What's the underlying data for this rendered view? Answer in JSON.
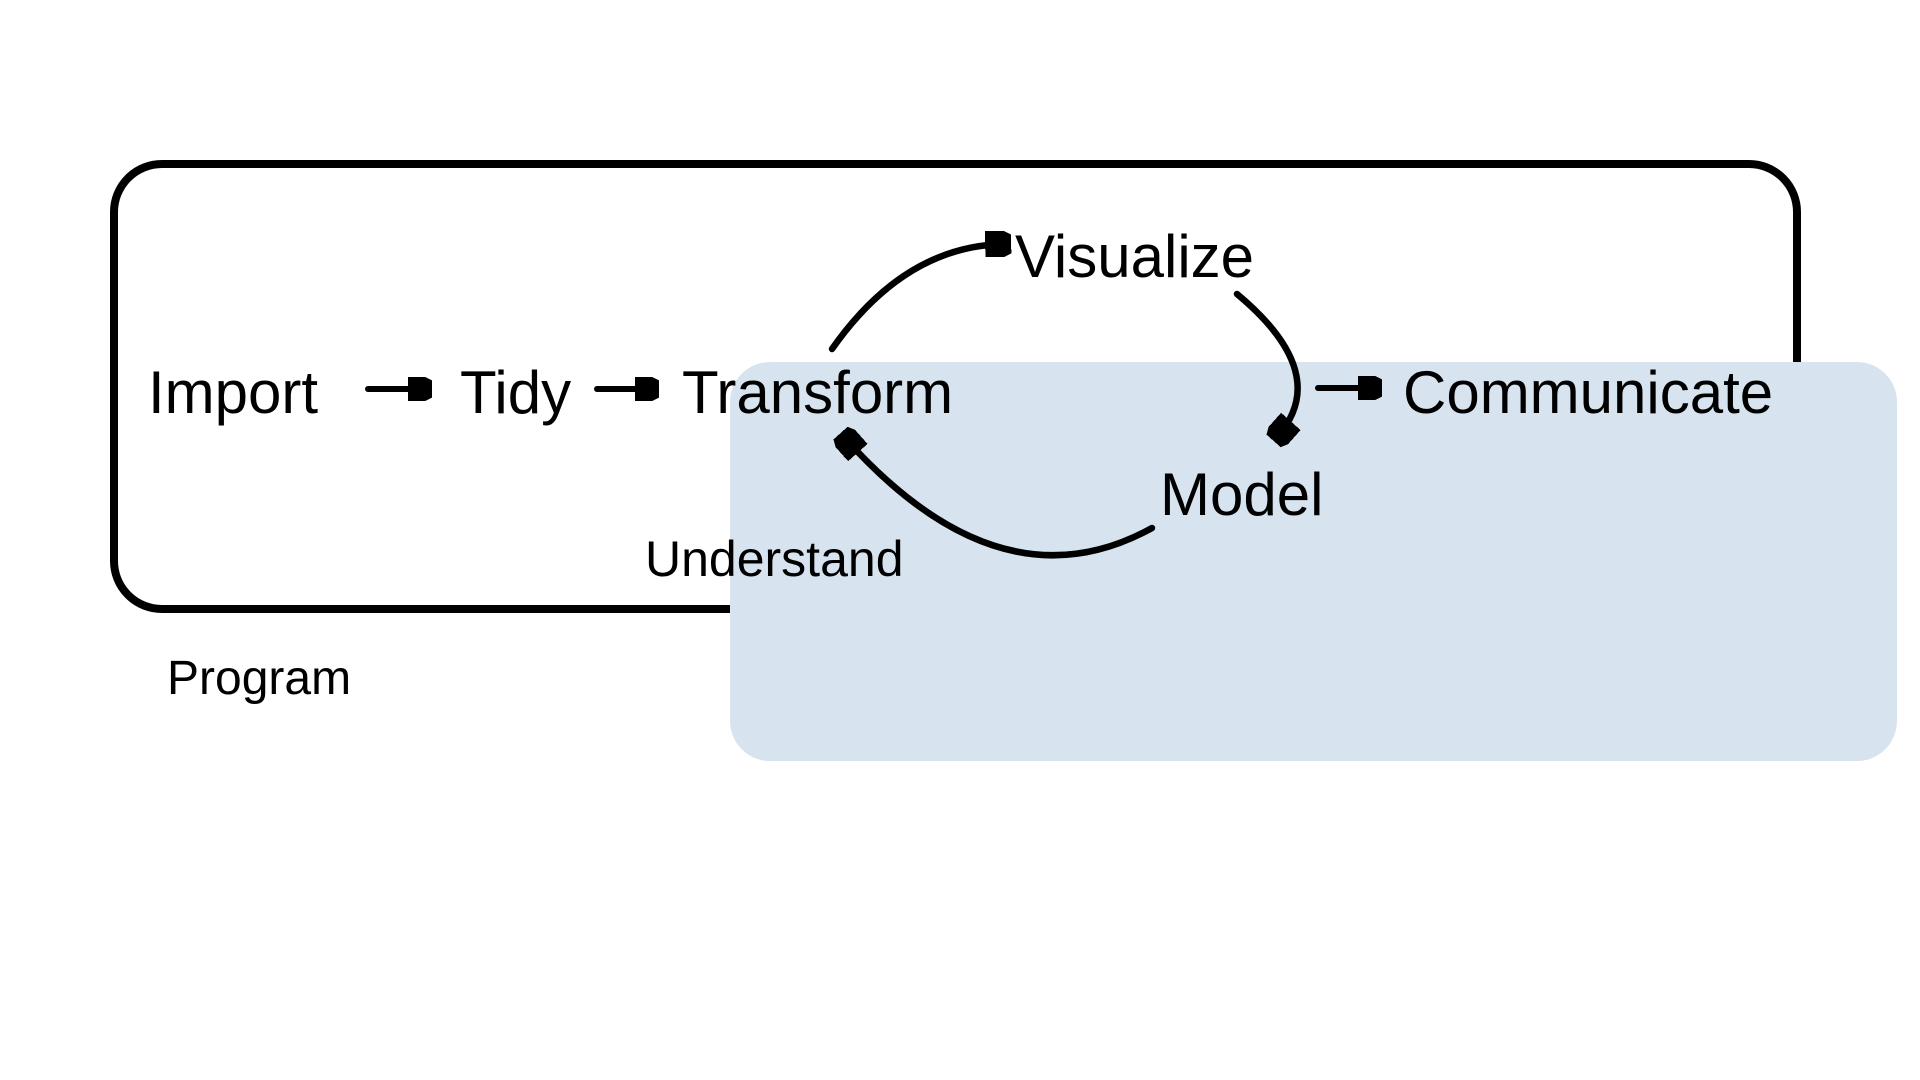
{
  "diagram": {
    "nodes": {
      "import": "Import",
      "tidy": "Tidy",
      "transform": "Transform",
      "visualize": "Visualize",
      "model": "Model",
      "communicate": "Communicate"
    },
    "understand_label": "Understand",
    "program_label": "Program",
    "edges": [
      {
        "from": "Import",
        "to": "Tidy",
        "style": "straight"
      },
      {
        "from": "Tidy",
        "to": "Transform",
        "style": "straight"
      },
      {
        "from": "Transform",
        "to": "Visualize",
        "style": "curved"
      },
      {
        "from": "Visualize",
        "to": "Model",
        "style": "curved"
      },
      {
        "from": "Model",
        "to": "Transform",
        "style": "curved"
      },
      {
        "from": "Model",
        "to": "Communicate",
        "style": "straight"
      }
    ],
    "colors": {
      "understand_fill": "#d7e4ef",
      "ink": "#000000",
      "background": "#ffffff"
    }
  }
}
